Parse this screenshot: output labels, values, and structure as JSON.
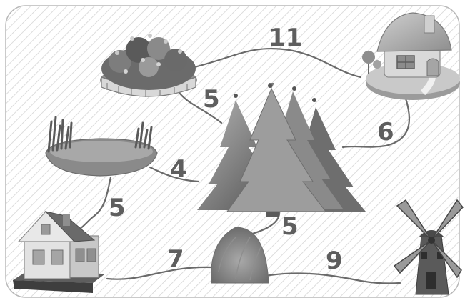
{
  "nodes": [
    {
      "id": "flowerbed",
      "icon": "flowerbed-icon"
    },
    {
      "id": "cottage",
      "icon": "cottage-icon"
    },
    {
      "id": "pond",
      "icon": "pond-icon"
    },
    {
      "id": "forest",
      "icon": "fir-forest-icon"
    },
    {
      "id": "house",
      "icon": "house-icon"
    },
    {
      "id": "haystack",
      "icon": "haystack-icon"
    },
    {
      "id": "windmill",
      "icon": "windmill-icon"
    }
  ],
  "edges": [
    {
      "from": "flowerbed",
      "to": "cottage",
      "weight": "11"
    },
    {
      "from": "flowerbed",
      "to": "forest",
      "weight": "5"
    },
    {
      "from": "cottage",
      "to": "forest",
      "weight": "6"
    },
    {
      "from": "pond",
      "to": "forest",
      "weight": "4"
    },
    {
      "from": "pond",
      "to": "house",
      "weight": "5"
    },
    {
      "from": "forest",
      "to": "haystack",
      "weight": "5"
    },
    {
      "from": "house",
      "to": "haystack",
      "weight": "7"
    },
    {
      "from": "haystack",
      "to": "windmill",
      "weight": "9"
    }
  ],
  "colors": {
    "road": "#6a6a6a",
    "label": "#5e5e5e",
    "background_hatch": "#d4d4d4"
  }
}
